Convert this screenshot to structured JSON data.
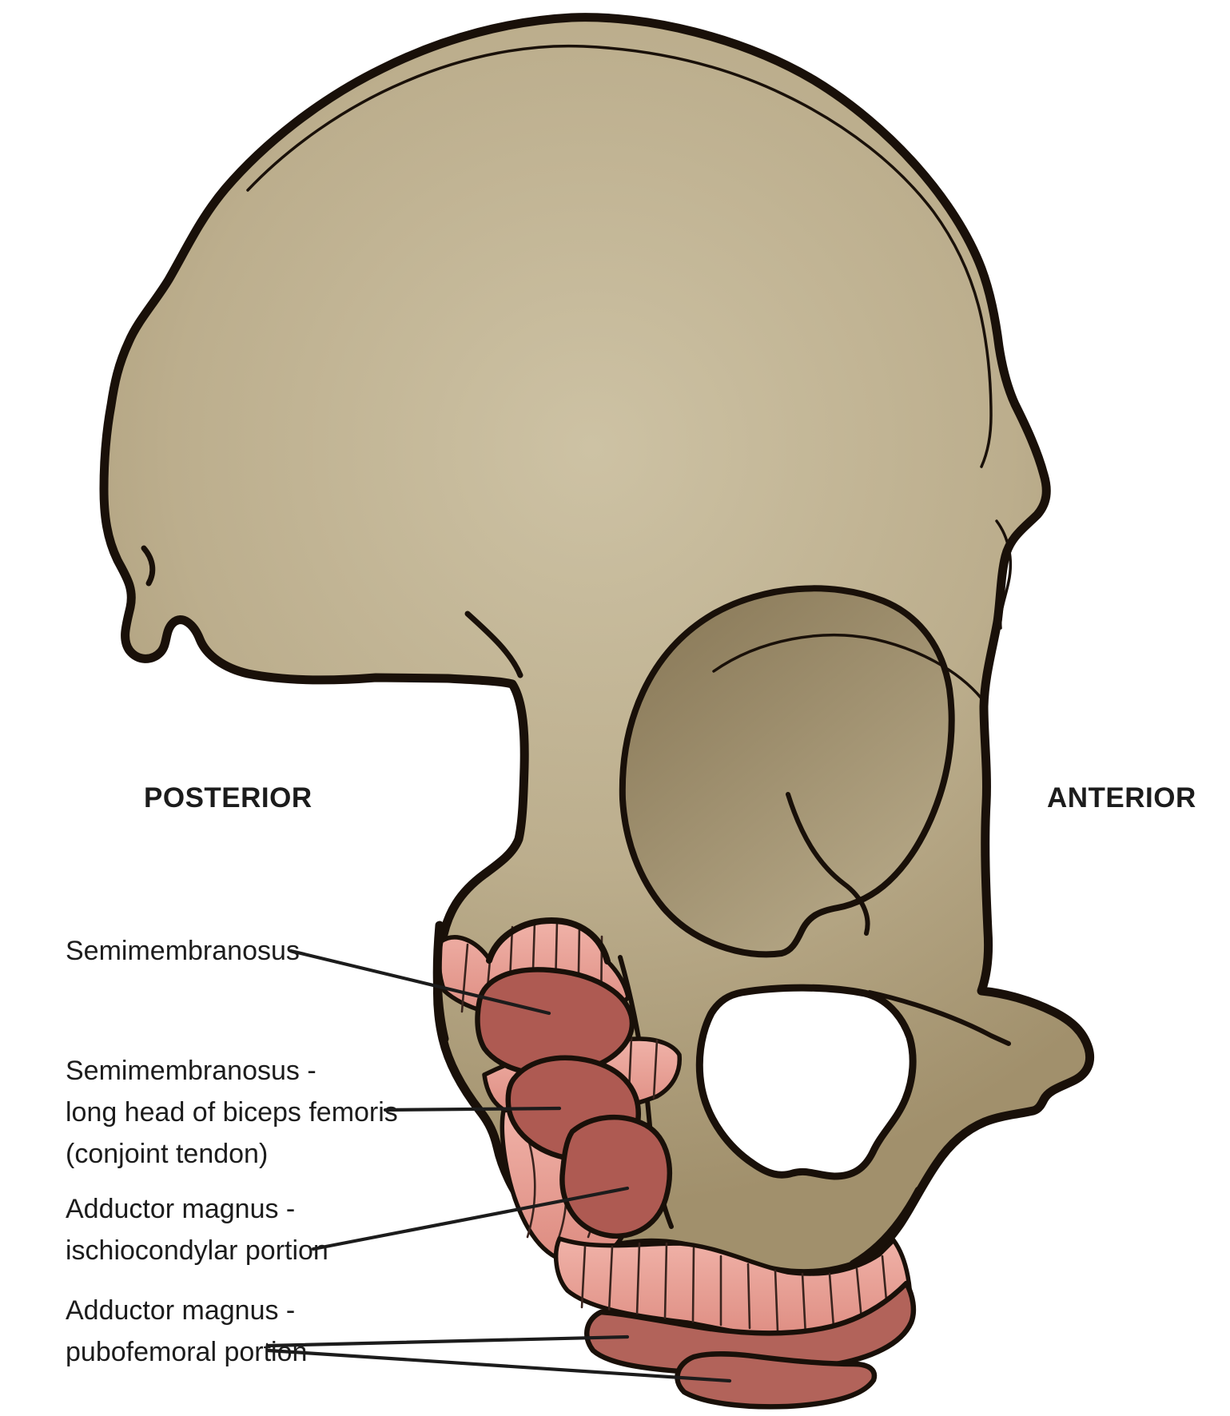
{
  "figure": {
    "subject": "Lateral view of the hip bone with muscle attachment sites on the ischial tuberosity"
  },
  "orientation_labels": {
    "posterior": "POSTERIOR",
    "anterior": "ANTERIOR"
  },
  "annotations": [
    {
      "id": "semimembranosus",
      "lines": [
        "Semimembranosus"
      ]
    },
    {
      "id": "conjoint-tendon",
      "lines": [
        "Semimembranosus -",
        "long head of biceps femoris",
        "(conjoint tendon)"
      ]
    },
    {
      "id": "adductor-magnus-ischiocondylar",
      "lines": [
        "Adductor magnus -",
        "ischiocondylar portion"
      ]
    },
    {
      "id": "adductor-magnus-pubofemoral",
      "lines": [
        "Adductor magnus -",
        "pubofemoral portion"
      ]
    }
  ],
  "colors": {
    "background": "#ffffff",
    "bone": "#bcae8d",
    "bone_light": "#cdc2a4",
    "bone_dark": "#a1906c",
    "socket_dark": "#8d7d5c",
    "socket_light": "#b4a685",
    "muscle_light": "#f0b2a8",
    "muscle": "#dd8b80",
    "muscle_striation": "#3a241e",
    "muscle_dark": "#ae5a52",
    "muscle_dark2": "#b2635a",
    "outline": "#191009",
    "text": "#1c1c1c"
  }
}
